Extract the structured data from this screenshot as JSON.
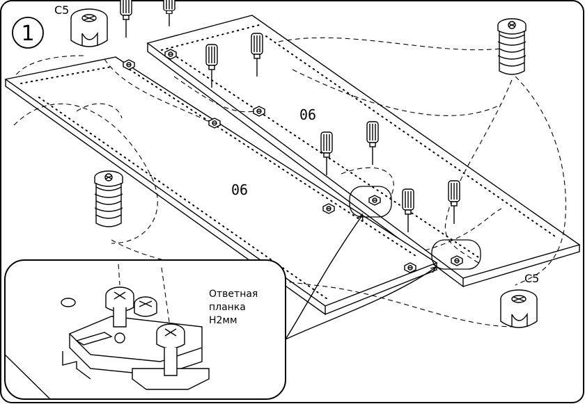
{
  "step": {
    "number": "1"
  },
  "panels": [
    {
      "id": "front",
      "label": "06"
    },
    {
      "id": "back",
      "label": "06"
    }
  ],
  "connectors": [
    {
      "id": "cam-top-left",
      "label": "C5"
    },
    {
      "id": "cam-bottom-right",
      "label": "C5"
    }
  ],
  "inset": {
    "note_lines": [
      "Ответная",
      "планка",
      "Н2мм"
    ]
  }
}
